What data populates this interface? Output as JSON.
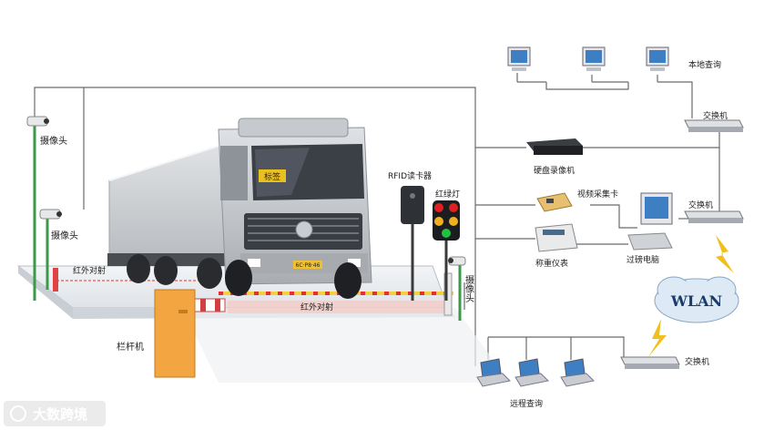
{
  "labels": {
    "camera_1": "摄像头",
    "camera_2": "摄像头",
    "camera_3": "摄像头",
    "ir_left": "红外对射",
    "ir_front": "红外对射",
    "barrier": "栏杆机",
    "rfid": "RFID读卡器",
    "traffic_light": "红绿灯",
    "local_query": "本地查询",
    "switch_top": "交换机",
    "dvr": "硬盘录像机",
    "video_capture": "视频采集卡",
    "switch_mid": "交换机",
    "scale_meter": "称重仪表",
    "weigh_pc": "过磅电脑",
    "wlan": "WLAN",
    "switch_bottom": "交换机",
    "remote_query": "远程查询",
    "truck_plate": "标签",
    "plate_number": "6C·P8·46"
  },
  "watermark": "大数跨境",
  "colors": {
    "line": "#6a6a6a",
    "truck_cab": "#c9ccd0",
    "trailer": "#d7d9dc",
    "barrier_box": "#f2a540",
    "cloud": "#dde9f5",
    "lightning": "#f0c020",
    "label_tag": "#e8c020",
    "ir_beam": "#e43030"
  }
}
